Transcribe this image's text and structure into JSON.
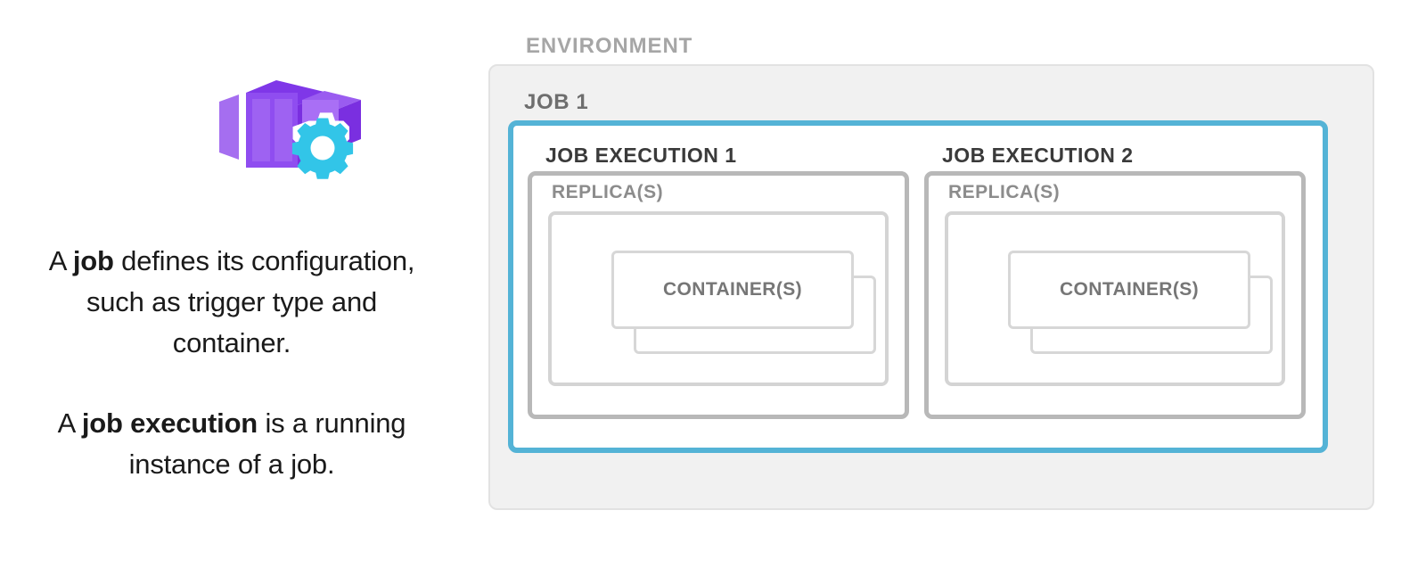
{
  "left": {
    "icon_name": "container-apps-job-icon",
    "paragraphs": [
      {
        "pre": "A ",
        "bold": "job",
        "post": " defines its configuration, such as trigger type and container."
      },
      {
        "pre": "A ",
        "bold": "job execution",
        "post": " is a running instance of a job."
      }
    ]
  },
  "diagram": {
    "environment_label": "ENVIRONMENT",
    "job_label": "JOB 1",
    "executions": [
      {
        "title": "JOB EXECUTION 1",
        "replica_label": "REPLICA(S)",
        "container_label": "CONTAINER(S)"
      },
      {
        "title": "JOB EXECUTION 2",
        "replica_label": "REPLICA(S)",
        "container_label": "CONTAINER(S)"
      }
    ]
  },
  "colors": {
    "accent_blue": "#54b3d6",
    "environment_fill": "#f1f1f1",
    "environment_border": "#e2e2e2",
    "execution_border": "#b8b8b8",
    "replica_border": "#d4d4d4",
    "container_border": "#d7d7d7",
    "environment_label_text": "#a6a6a6",
    "job_label_text": "#6e6e6e",
    "execution_label_text": "#3a3a3a",
    "replica_label_text": "#8c8c8c",
    "container_label_text": "#767676",
    "body_text": "#1a1a1a",
    "icon_purple_light": "#a56ef0",
    "icon_purple_mid": "#8f4df0",
    "icon_purple_dark": "#7a2fe0",
    "icon_gear_cyan": "#32c5e8"
  }
}
